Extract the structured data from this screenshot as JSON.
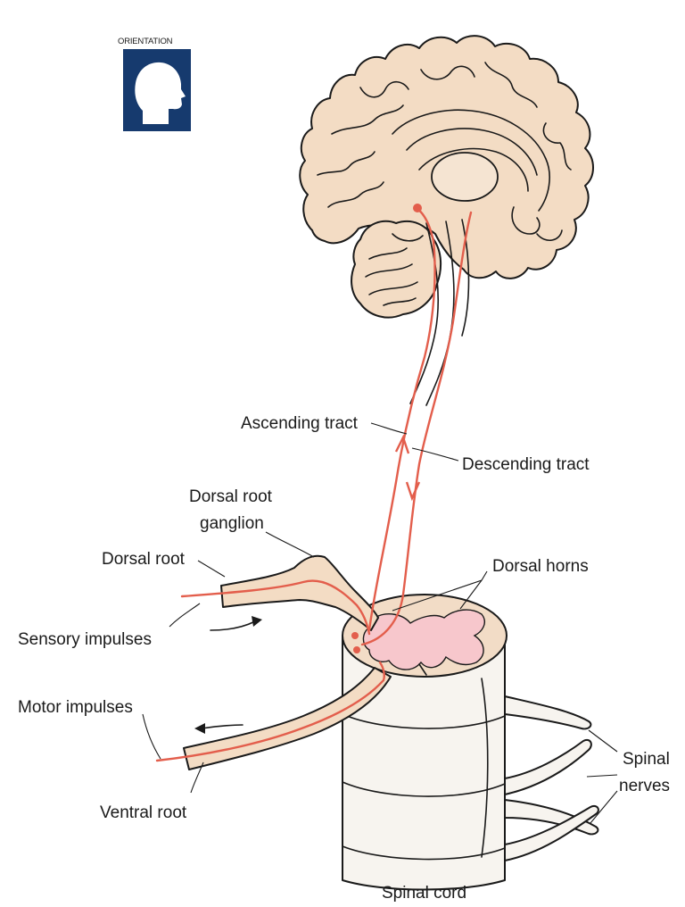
{
  "orientation": {
    "label": "ORIENTATION",
    "icon": "head-profile-icon"
  },
  "labels": {
    "ascending_tract": "Ascending tract",
    "descending_tract": "Descending tract",
    "dorsal_root_ganglion_line1": "Dorsal root",
    "dorsal_root_ganglion_line2": "ganglion",
    "dorsal_root": "Dorsal root",
    "dorsal_horns": "Dorsal horns",
    "sensory_impulses": "Sensory impulses",
    "motor_impulses": "Motor impulses",
    "ventral_root": "Ventral root",
    "spinal_nerves_line1": "Spinal",
    "spinal_nerves_line2": "nerves",
    "spinal_cord": "Spinal cord"
  },
  "colors": {
    "tissue": "#f3dcc4",
    "grey_matter": "#f7c7cc",
    "tract": "#e35e4c",
    "orientation_box": "#163a6e",
    "cord": "#f7f4ef"
  }
}
